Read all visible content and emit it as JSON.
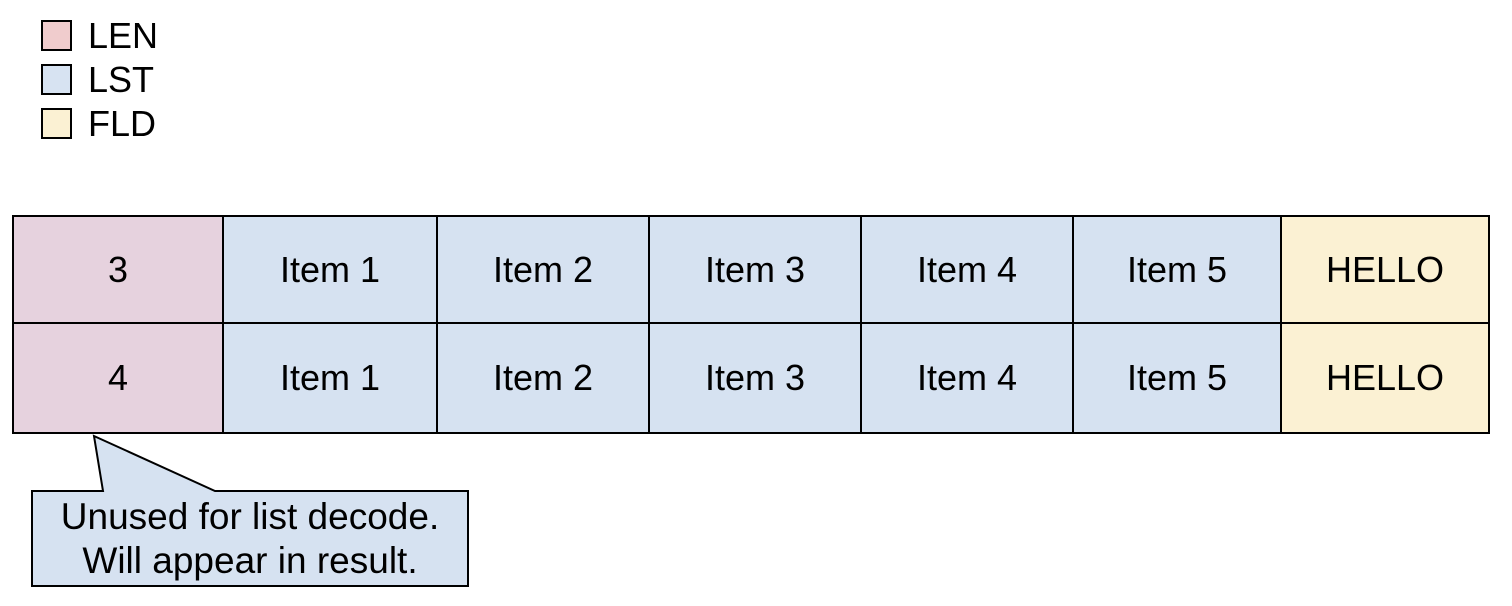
{
  "colors": {
    "bg": "#ffffff",
    "text": "#000000",
    "line": "#000000",
    "len_legend": "#f0cccd",
    "lst_legend": "#d7e3f2",
    "fld_legend": "#fbf1d3",
    "len_cell": "#e6d2de",
    "lst_cell": "#d6e2f1",
    "fld_cell": "#fbf1d3",
    "callout_fill": "#d6e2f1"
  },
  "legend": {
    "items": [
      {
        "label": "LEN",
        "color": "#f0cccd"
      },
      {
        "label": "LST",
        "color": "#d7e3f2"
      },
      {
        "label": "FLD",
        "color": "#fbf1d3"
      }
    ]
  },
  "table": {
    "column_types": [
      "LEN",
      "LST",
      "LST",
      "LST",
      "LST",
      "LST",
      "FLD"
    ],
    "rows": [
      {
        "cells": [
          "3",
          "Item 1",
          "Item 2",
          "Item 3",
          "Item 4",
          "Item 5",
          "HELLO"
        ]
      },
      {
        "cells": [
          "4",
          "Item 1",
          "Item 2",
          "Item 3",
          "Item 4",
          "Item 5",
          "HELLO"
        ]
      }
    ]
  },
  "callout": {
    "line1": "Unused for list decode.",
    "line2": "Will appear in result."
  }
}
